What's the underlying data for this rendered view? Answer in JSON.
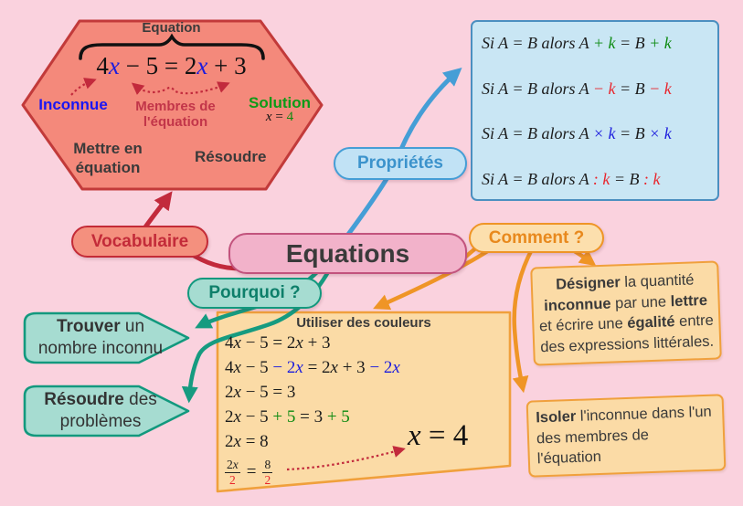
{
  "colors": {
    "background": "#fad2de",
    "hexagon_fill": "#f4897b",
    "hexagon_border": "#c23a3a",
    "center_fill": "#f2b2ca",
    "center_border": "#c2537d",
    "vocab_fill": "#f4907e",
    "vocab_border": "#c42b37",
    "blue_fill": "#c9e6f4",
    "blue_border": "#4b8fc0",
    "blue_arrow": "#459ed6",
    "orange_fill": "#fbdba6",
    "orange_border": "#f0a03c",
    "orange_arrow": "#ef9526",
    "teal_fill": "#a6dcd1",
    "teal_border": "#12997e",
    "teal_arrow": "#169b80",
    "crimson": "#c22a3c",
    "math_blue": "#1c1cdd",
    "math_green": "#0c8a10",
    "math_red": "#e8252c"
  },
  "nodes": {
    "center": "Equations",
    "vocabulaire": "Vocabulaire",
    "proprietes": "Propriétés",
    "comment": "Comment ?",
    "pourquoi": "Pourquoi ?"
  },
  "hexagon": {
    "title": "Equation",
    "equation": [
      {
        "t": "4"
      },
      {
        "t": "x",
        "cls": "var blue"
      },
      {
        "t": " − 5 = 2"
      },
      {
        "t": "x",
        "cls": "var blue"
      },
      {
        "t": " + 3"
      }
    ],
    "labels": {
      "inconnue": "Inconnue",
      "membres": "Membres de l'équation",
      "solution": "Solution",
      "solution_value": [
        {
          "t": "x",
          "cls": "var"
        },
        {
          "t": " = "
        },
        {
          "t": "4",
          "cls": "green"
        }
      ],
      "mettre": "Mettre en équation",
      "resoudre": "Résoudre"
    }
  },
  "properties_box": {
    "lines": [
      [
        {
          "t": "Si A = B alors A "
        },
        {
          "t": "+ k",
          "cls": "green"
        },
        {
          "t": " = B "
        },
        {
          "t": "+ k",
          "cls": "green"
        }
      ],
      [
        {
          "t": "Si A = B alors A "
        },
        {
          "t": "− k",
          "cls": "red"
        },
        {
          "t": " = B "
        },
        {
          "t": "− k",
          "cls": "red"
        }
      ],
      [
        {
          "t": "Si A = B alors A "
        },
        {
          "t": "× k",
          "cls": "blue"
        },
        {
          "t": " = B "
        },
        {
          "t": "× k",
          "cls": "blue"
        }
      ],
      [
        {
          "t": "Si A = B alors A "
        },
        {
          "t": ": k",
          "cls": "red"
        },
        {
          "t": " = B "
        },
        {
          "t": ": k",
          "cls": "red"
        }
      ]
    ]
  },
  "colors_box": {
    "title": "Utiliser des couleurs",
    "steps": [
      [
        {
          "t": "4"
        },
        {
          "t": "x",
          "cls": "var"
        },
        {
          "t": " − 5 = 2"
        },
        {
          "t": "x",
          "cls": "var"
        },
        {
          "t": " + 3"
        }
      ],
      [
        {
          "t": "4"
        },
        {
          "t": "x",
          "cls": "var"
        },
        {
          "t": " − 5 "
        },
        {
          "t": "− 2",
          "cls": "blue"
        },
        {
          "t": "x",
          "cls": "var blue"
        },
        {
          "t": " = 2"
        },
        {
          "t": "x",
          "cls": "var"
        },
        {
          "t": " + 3 "
        },
        {
          "t": "− 2",
          "cls": "blue"
        },
        {
          "t": "x",
          "cls": "var blue"
        }
      ],
      [
        {
          "t": "2"
        },
        {
          "t": "x",
          "cls": "var"
        },
        {
          "t": " − 5 = 3"
        }
      ],
      [
        {
          "t": "2"
        },
        {
          "t": "x",
          "cls": "var"
        },
        {
          "t": " − 5 "
        },
        {
          "t": "+ 5",
          "cls": "green"
        },
        {
          "t": " = 3 "
        },
        {
          "t": "+ 5",
          "cls": "green"
        }
      ],
      [
        {
          "t": "2"
        },
        {
          "t": "x",
          "cls": "var"
        },
        {
          "t": " = 8"
        }
      ]
    ],
    "fraction": {
      "num1": [
        {
          "t": "2"
        },
        {
          "t": "x",
          "cls": "var"
        }
      ],
      "den1": [
        {
          "t": "2",
          "cls": "red"
        }
      ],
      "equals": "=",
      "num2": [
        {
          "t": "8"
        }
      ],
      "den2": [
        {
          "t": "2",
          "cls": "red"
        }
      ]
    },
    "result": [
      {
        "t": "x",
        "cls": "var"
      },
      {
        "t": " = 4"
      }
    ]
  },
  "why_nodes": [
    {
      "text": [
        {
          "t": "Trouver",
          "cls": "b"
        },
        {
          "t": " un nombre inconnu"
        }
      ]
    },
    {
      "text": [
        {
          "t": "Résoudre",
          "cls": "b"
        },
        {
          "t": " des problèmes"
        }
      ]
    }
  ],
  "how_boxes": [
    {
      "text": [
        {
          "t": "Désigner",
          "cls": "b"
        },
        {
          "t": " la quantité "
        },
        {
          "t": "inconnue",
          "cls": "b"
        },
        {
          "t": " par une "
        },
        {
          "t": "lettre",
          "cls": "b"
        },
        {
          "t": " et écrire une "
        },
        {
          "t": "égalité",
          "cls": "b"
        },
        {
          "t": " entre des expressions littérales."
        }
      ]
    },
    {
      "text": [
        {
          "t": "Isoler",
          "cls": "b"
        },
        {
          "t": " l'inconnue dans l'un des membres de l'équation"
        }
      ]
    }
  ]
}
